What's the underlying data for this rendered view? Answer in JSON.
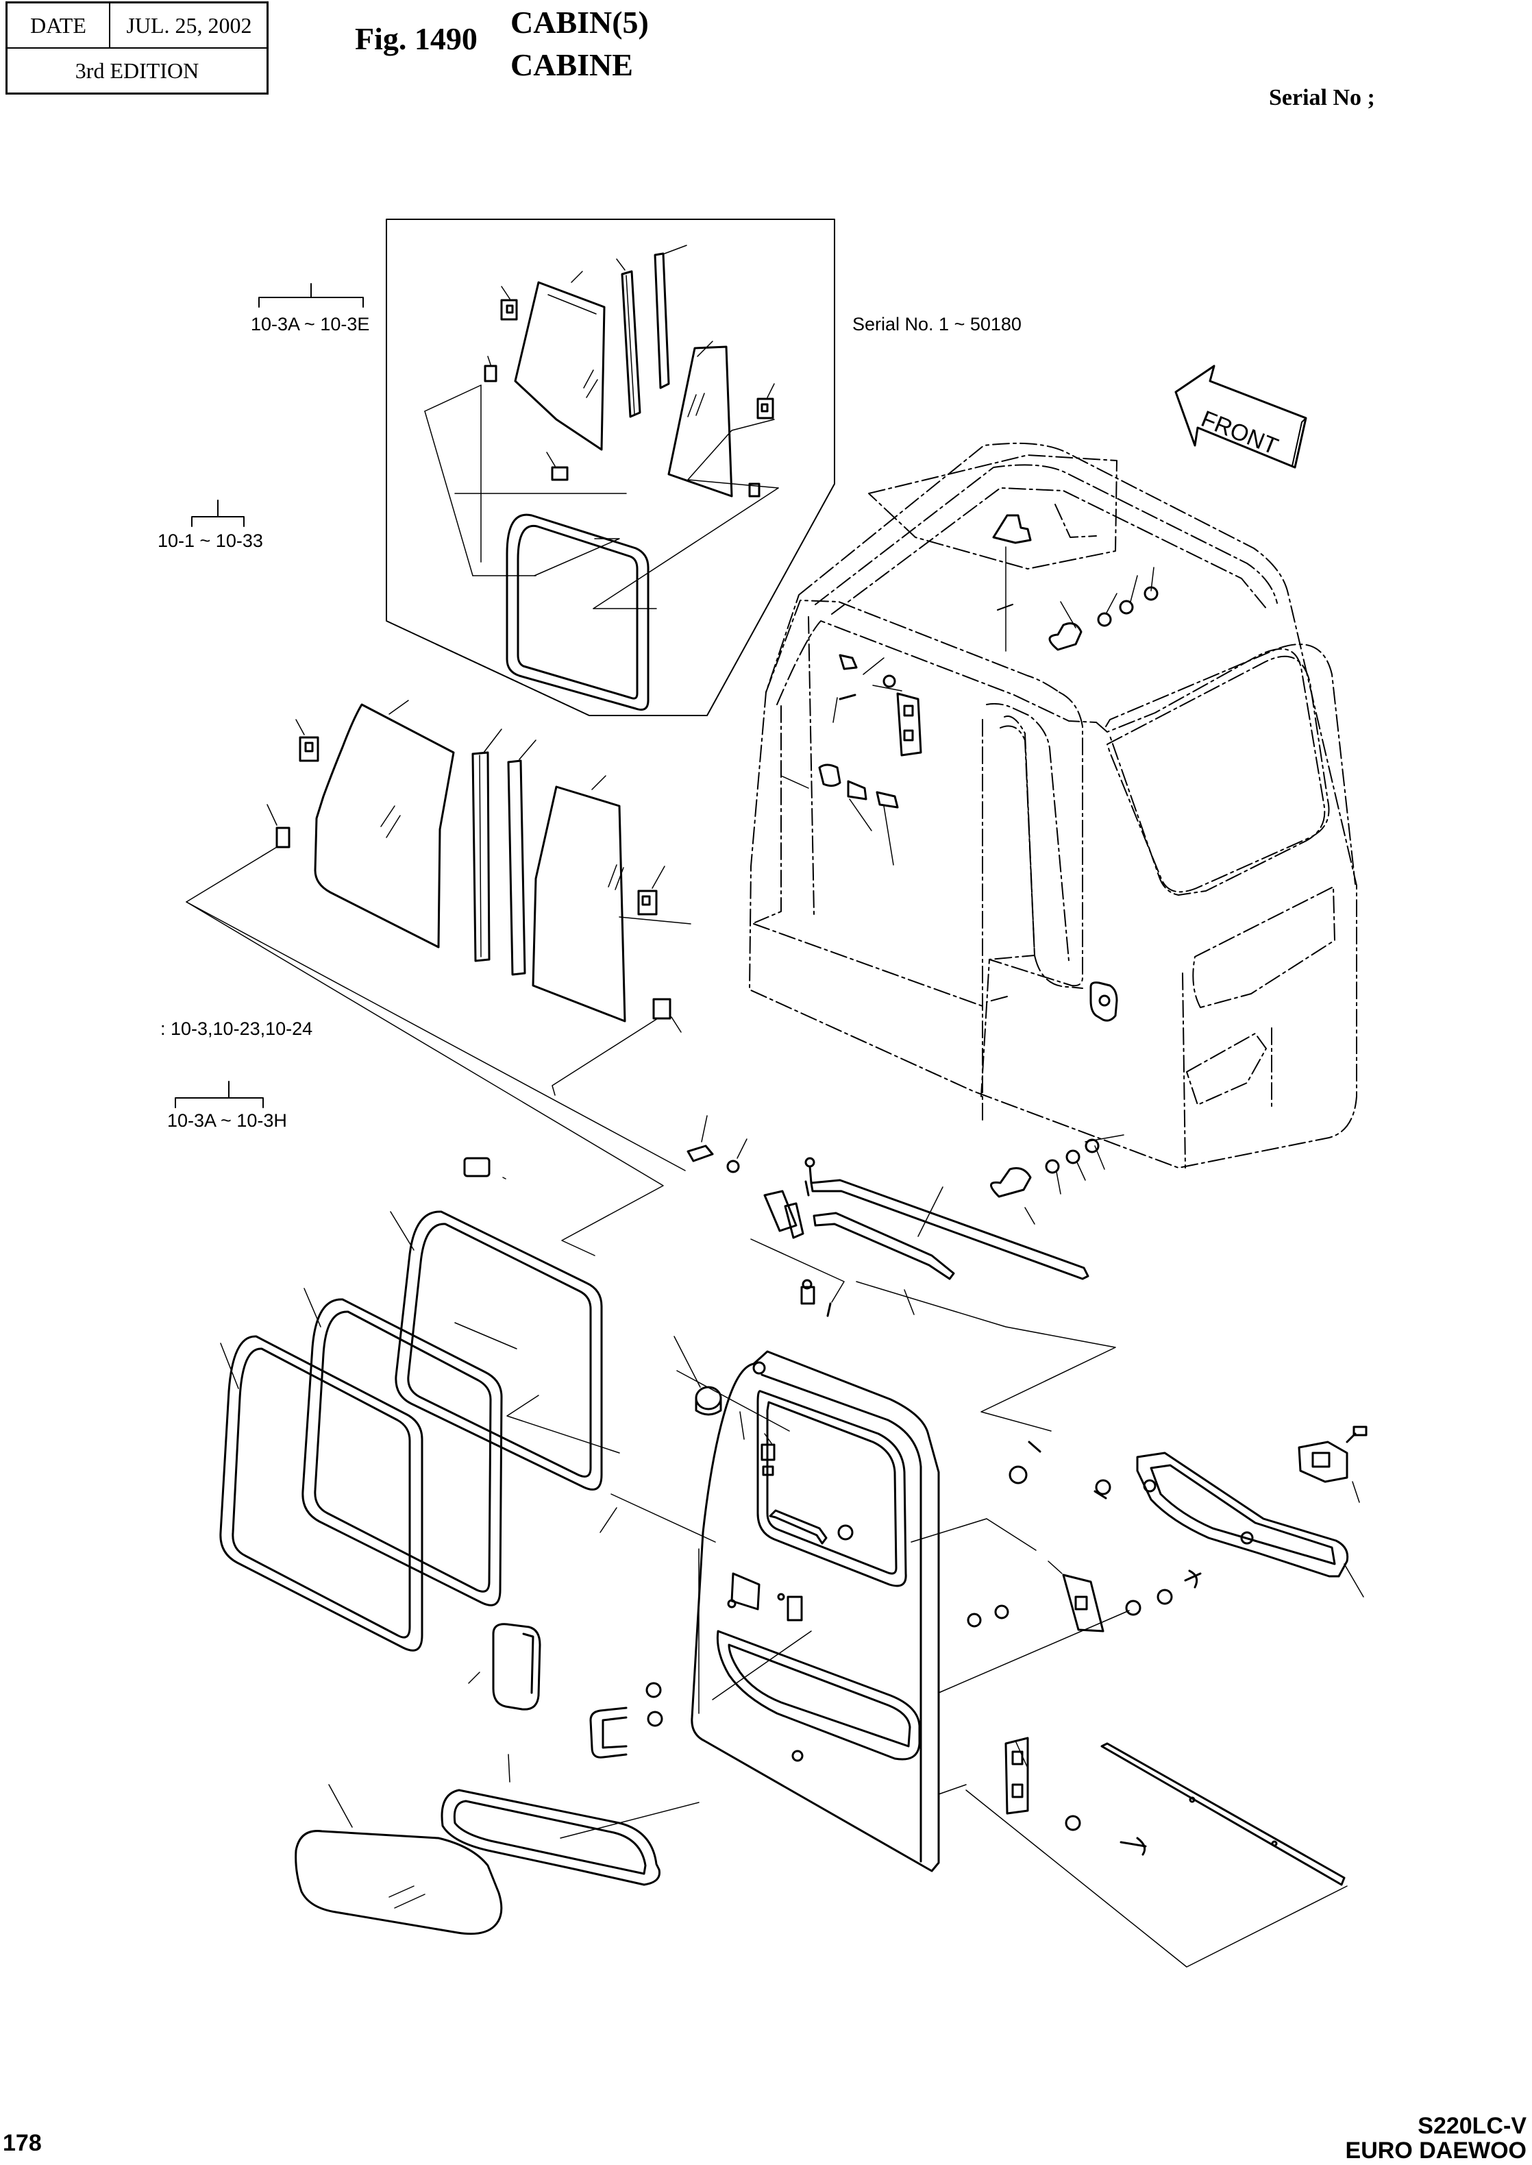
{
  "header": {
    "date_label": "DATE",
    "date_value": "JUL. 25, 2002",
    "edition": "3rd  EDITION",
    "fig_number": "Fig. 1490",
    "title_en": "CABIN(5)",
    "title_fr": "CABINE",
    "serial_label": "Serial No ;"
  },
  "callouts": {
    "group_upper_window": "10-3A ~ 10-3E",
    "serial_range": "Serial No. 1 ~ 50180",
    "group_main": "10-1 ~ 10-33",
    "note_parts": ": 10-3,10-23,10-24",
    "group_lower_window": "10-3A ~ 10-3H",
    "front_arrow": "FRONT"
  },
  "footer": {
    "page_number": "178",
    "model_line1": "S220LC-V",
    "model_line2": "EURO DAEWOO"
  }
}
